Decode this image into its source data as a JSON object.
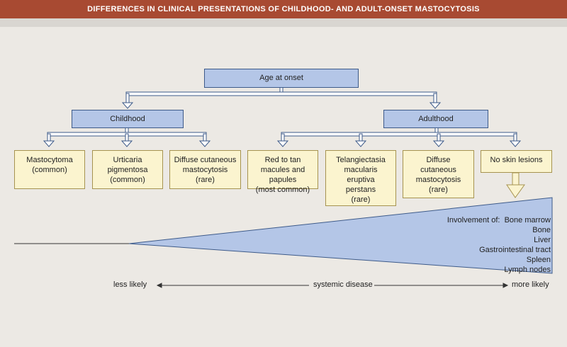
{
  "title": "DIFFERENCES IN CLINICAL PRESENTATIONS OF CHILDHOOD- AND ADULT-ONSET MASTOCYTOSIS",
  "root": "Age at onset",
  "childhood": {
    "label": "Childhood",
    "items": [
      "Mastocytoma\n(common)",
      "Urticaria\npigmentosa\n(common)",
      "Diffuse cutaneous\nmastocytosis\n(rare)"
    ]
  },
  "adulthood": {
    "label": "Adulthood",
    "items": [
      "Red to tan\nmacules and papules\n(most common)",
      "Telangiectasia\nmacularis\neruptiva\nperstans\n(rare)",
      "Diffuse\ncutaneous\nmastocytosis\n(rare)",
      "No skin lesions"
    ]
  },
  "involvement": {
    "heading": "Involvement of:",
    "organs": [
      "Bone marrow",
      "Bone",
      "Liver",
      "Gastrointestinal tract",
      "Spleen",
      "Lymph nodes"
    ]
  },
  "axis": {
    "left": "less likely",
    "center": "systemic disease",
    "right": "more likely"
  },
  "colors": {
    "title_bar": "#a84a32",
    "blue_box": "#b4c6e7",
    "yellow_box": "#fbf4cf",
    "background": "#ece9e4"
  }
}
